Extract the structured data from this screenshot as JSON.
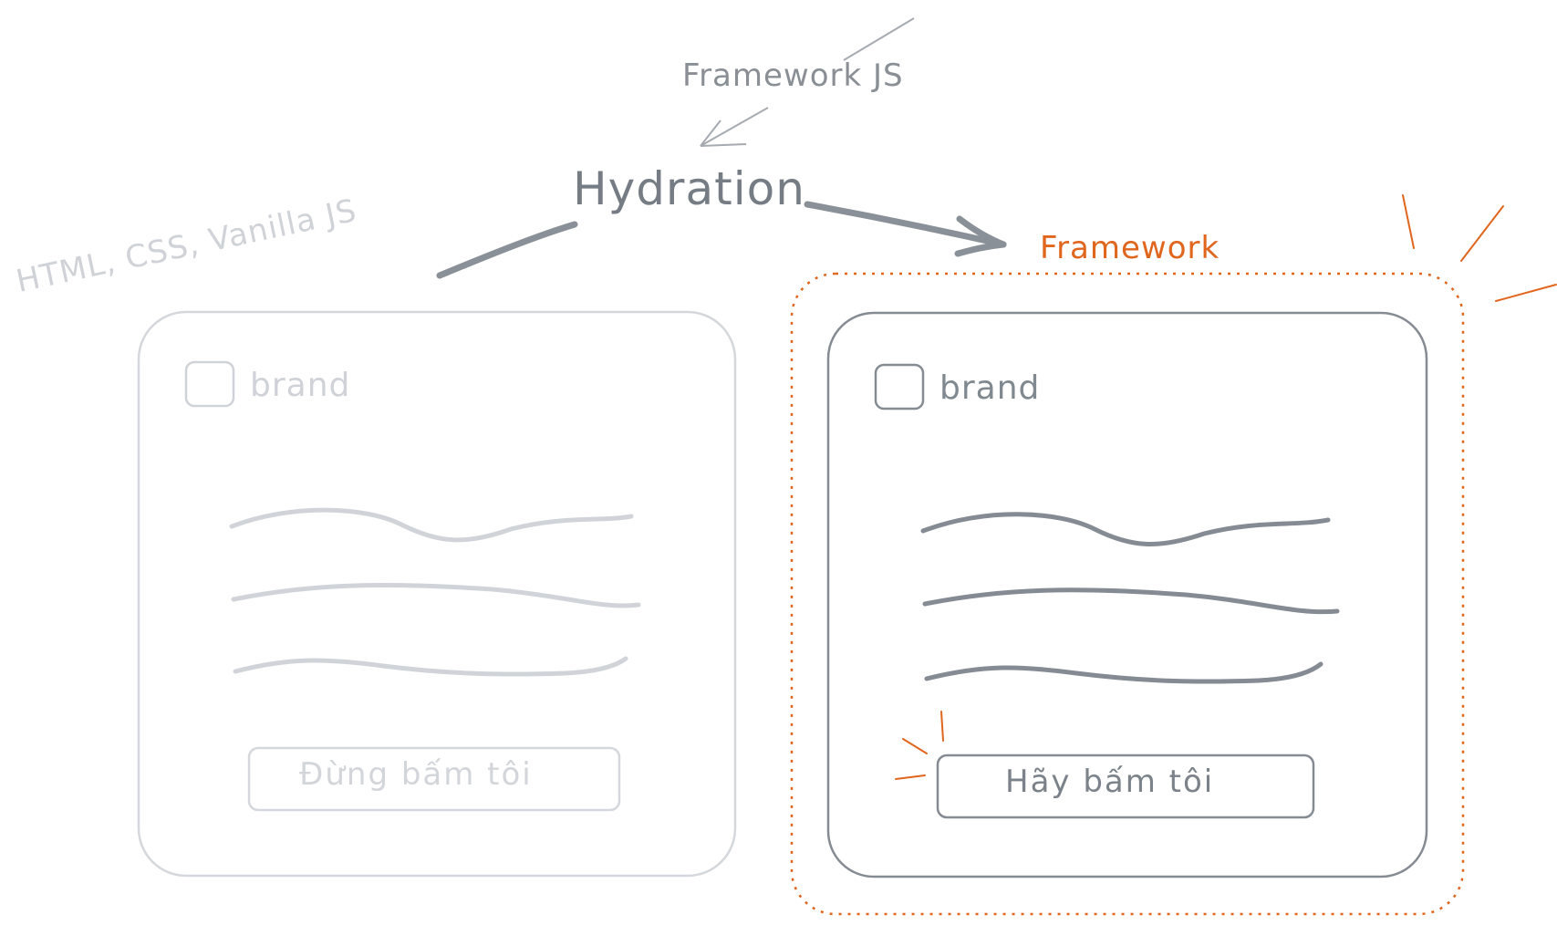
{
  "labels": {
    "framework_js": "Framework JS",
    "hydration": "Hydration",
    "html_css_js": "HTML, CSS, Vanilla JS",
    "framework": "Framework"
  },
  "left_card": {
    "brand": "brand",
    "button": "Đừng bấm tôi"
  },
  "right_card": {
    "brand": "brand",
    "button": "Hãy bấm tôi"
  },
  "colors": {
    "faded": "#cfd3d8",
    "dark": "#7b828a",
    "accent": "#e0661e"
  }
}
